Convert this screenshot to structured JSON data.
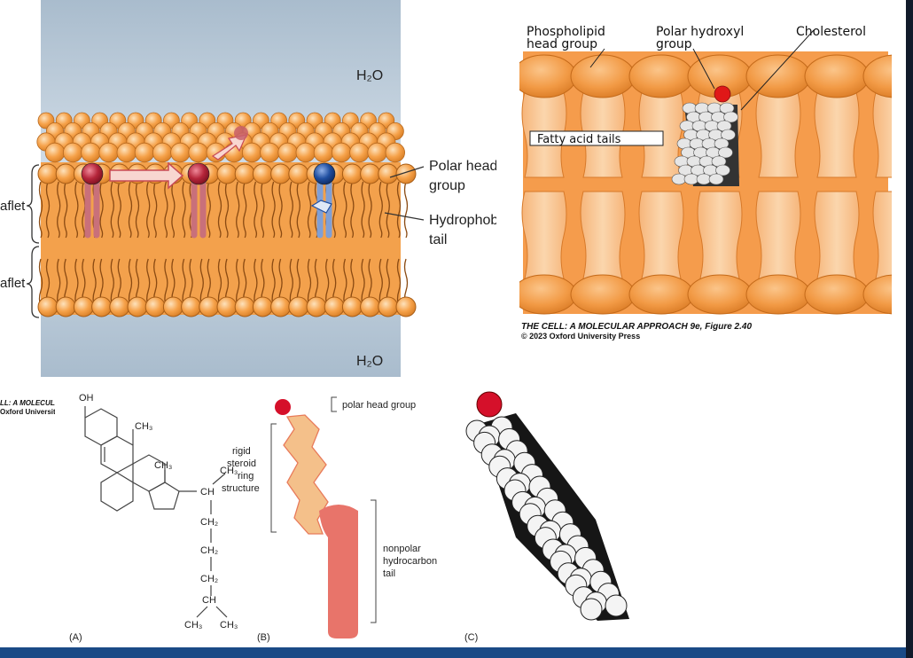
{
  "colors": {
    "water_top": "#aebfd0",
    "water_bottom": "#b7c7d6",
    "head_orange": "#f6a24a",
    "tail_orange": "#f0a24e",
    "tail_dark": "#c77a30",
    "red_head": "#b5253a",
    "blue_head": "#1f4ea0",
    "accent_bar": "#1a4a86"
  },
  "panel_membrane": {
    "water_top_label": "H₂O",
    "water_bottom_label": "H₂O",
    "leaflet_upper": "aflet",
    "leaflet_lower": "aflet",
    "head_label_line1": "Polar head",
    "head_label_line2": "group",
    "tail_label_line1": "Hydrophobic",
    "tail_label_line2": "tail",
    "credit_fragment_1": "LL: A MOLECULAR AP",
    "credit_fragment_2": "Oxford University Pr"
  },
  "panel_cholesterol_membrane": {
    "label_phospho_1": "Phospholipid",
    "label_phospho_2": "head group",
    "label_hydroxyl_1": "Polar hydroxyl",
    "label_hydroxyl_2": "group",
    "label_cholesterol": "Cholesterol",
    "label_tails": "Fatty acid tails",
    "credit_line1": "THE CELL: A MOLECULAR APPROACH 9e, Figure 2.40",
    "credit_line2": "© 2023 Oxford University Press"
  },
  "panel_structure": {
    "panel_label": "(A)",
    "oh": "OH",
    "ch3_a": "CH₃",
    "ch3_b": "CH₃",
    "ch3_c": "CH₃",
    "ch_1": "CH",
    "ch2_1": "CH₂",
    "ch2_2": "CH₂",
    "ch2_3": "CH₂",
    "ch_2": "CH",
    "ch3_d": "CH₃",
    "ch3_e": "CH₃"
  },
  "panel_schematic": {
    "panel_label": "(B)",
    "polar": "polar head group",
    "rigid_1": "rigid",
    "rigid_2": "steroid",
    "rigid_3": "ring",
    "rigid_4": "structure",
    "nonpolar_1": "nonpolar",
    "nonpolar_2": "hydrocarbon",
    "nonpolar_3": "tail"
  },
  "panel_spacefill": {
    "panel_label": "(C)"
  }
}
